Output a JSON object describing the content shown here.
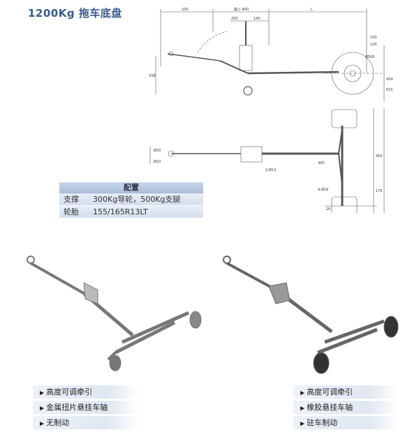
{
  "title": "1200Kg  拖车底盘",
  "drawing": {
    "dims": [
      "100",
      "最小 800",
      "L",
      "293",
      "140",
      "150",
      "120",
      "338",
      "Ø500",
      "454",
      "615",
      "Ø10",
      "Ø10",
      "2-Ø13",
      "300",
      "4-Ø18",
      "950",
      "175",
      "20"
    ]
  },
  "spec_table": {
    "header": "配置",
    "rows": [
      {
        "key": "支撑",
        "value": "300Kg导轮，500Kg支腿"
      },
      {
        "key": "轮胎",
        "value": "155/165R13LT"
      }
    ]
  },
  "left_features": [
    "高度可调牵引",
    "金属扭片悬挂车轴",
    "无制动"
  ],
  "right_features": [
    "高度可调牵引",
    "橡胶悬挂车轴",
    "驻车制动"
  ],
  "colors": {
    "title": "#3a5a8c",
    "band": "#d3deee"
  }
}
